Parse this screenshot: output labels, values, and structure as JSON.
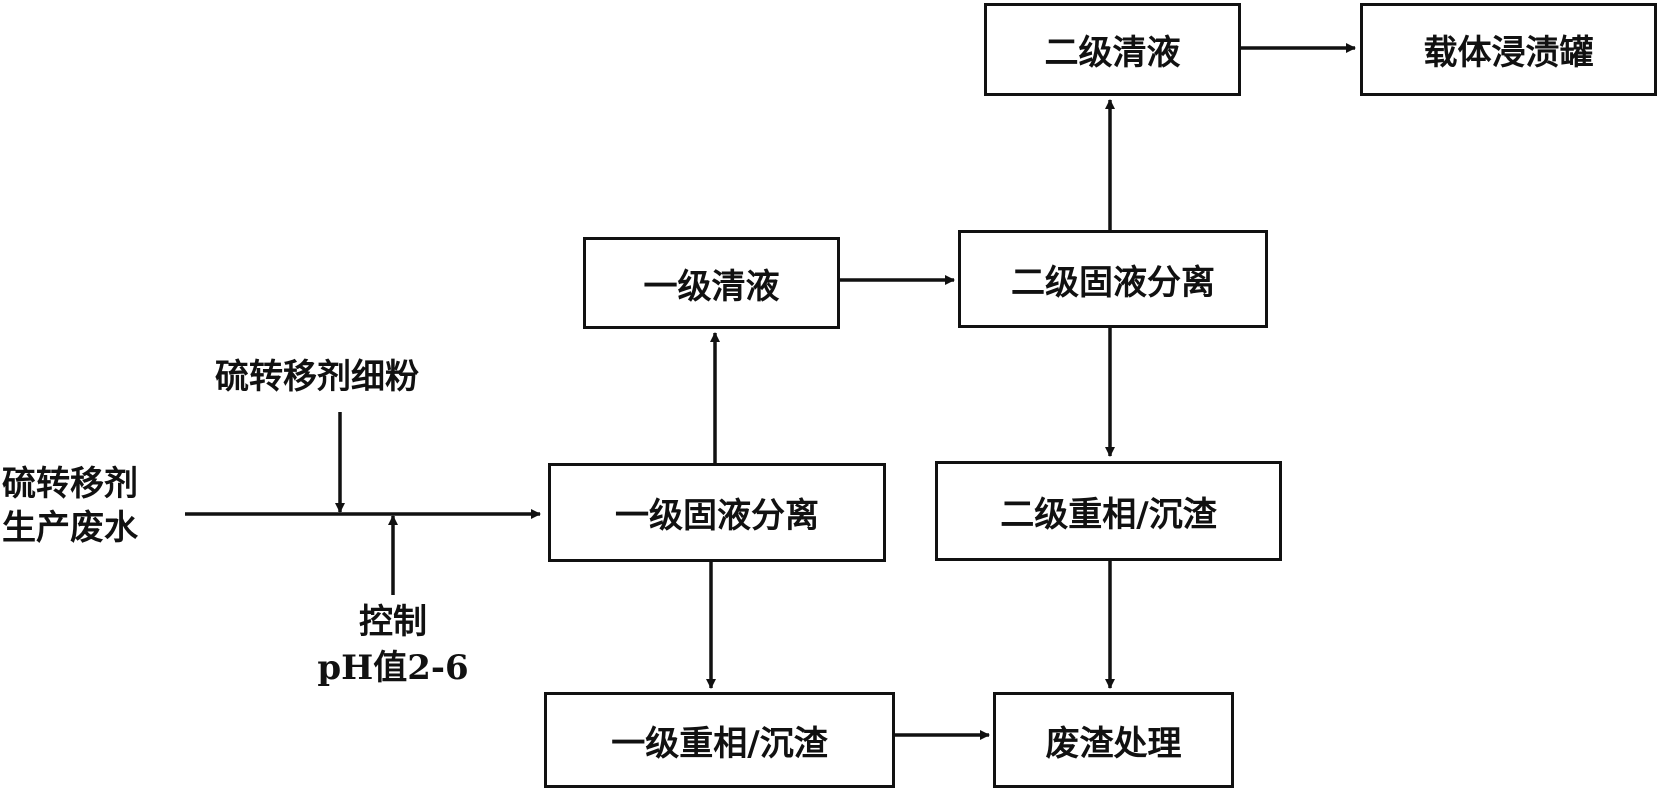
{
  "nodes": {
    "level2_clear_liquid": "二级清液",
    "carrier_tank": "载体浸渍罐",
    "level1_clear_liquid": "一级清液",
    "level2_separation": "二级固液分离",
    "level1_separation": "一级固液分离",
    "level2_heavy_phase": "二级重相/沉渣",
    "level1_heavy_phase": "一级重相/沉渣",
    "waste_residue_treatment": "废渣处理"
  },
  "labels": {
    "fine_powder": "硫转移剂细粉",
    "wastewater_line1": "硫转移剂",
    "wastewater_line2": "生产废水",
    "control_line1": "控制",
    "control_line2": "pH值2-6"
  }
}
